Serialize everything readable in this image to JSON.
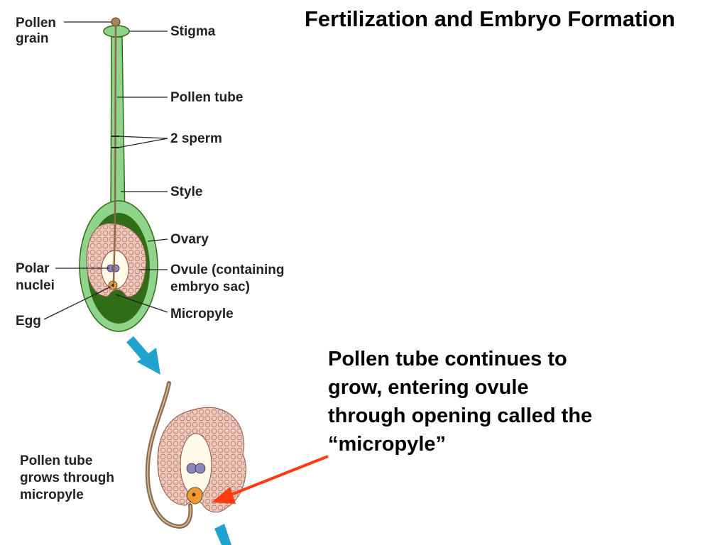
{
  "title": "Fertilization and Embryo Formation",
  "caption": {
    "lines": [
      "Pollen tube continues to",
      "grow, entering ovule",
      "through  opening called the",
      "“micropyle”"
    ]
  },
  "labels": {
    "pollen_grain": [
      "Pollen",
      "grain"
    ],
    "stigma": "Stigma",
    "pollen_tube": "Pollen tube",
    "two_sperm": "2 sperm",
    "style": "Style",
    "ovary": "Ovary",
    "polar_nuclei": [
      "Polar",
      "nuclei"
    ],
    "ovule": [
      "Ovule (containing",
      "embryo sac)"
    ],
    "egg": "Egg",
    "micropyle": "Micropyle",
    "tube_through": [
      "Pollen tube",
      "grows through",
      "micropyle"
    ]
  },
  "colors": {
    "style_green": "#8fd48a",
    "ovary_dark": "#2f6d16",
    "ovule_pink": "#f2c6b8",
    "polar_nuclei": "#8d84c4",
    "egg_orange": "#f29a2e",
    "pollen_tube_brown": "#8a6a48",
    "process_arrow": "#21a3cf",
    "pointer_arrow": "#ff3b14"
  }
}
